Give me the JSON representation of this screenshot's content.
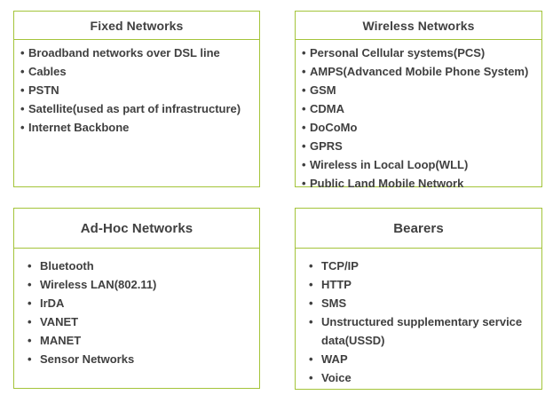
{
  "colors": {
    "border": "#a4c43a",
    "text": "#404040",
    "background": "#ffffff"
  },
  "cards": [
    {
      "title": "Fixed Networks",
      "items": [
        "Broadband networks over DSL line",
        "Cables",
        "PSTN",
        "Satellite(used as part of infrastructure)",
        "Internet Backbone"
      ]
    },
    {
      "title": "Wireless Networks",
      "items": [
        "Personal Cellular systems(PCS)",
        "AMPS(Advanced Mobile Phone System)",
        "GSM",
        "CDMA",
        "DoCoMo",
        "GPRS",
        "Wireless in Local Loop(WLL)",
        "Public Land Mobile Network"
      ]
    },
    {
      "title": "Ad-Hoc Networks",
      "items": [
        "Bluetooth",
        "Wireless LAN(802.11)",
        "IrDA",
        "VANET",
        "MANET",
        "Sensor Networks"
      ]
    },
    {
      "title": "Bearers",
      "items": [
        "TCP/IP",
        "HTTP",
        "SMS",
        "Unstructured supplementary service data(USSD)",
        "WAP",
        "Voice"
      ]
    }
  ]
}
